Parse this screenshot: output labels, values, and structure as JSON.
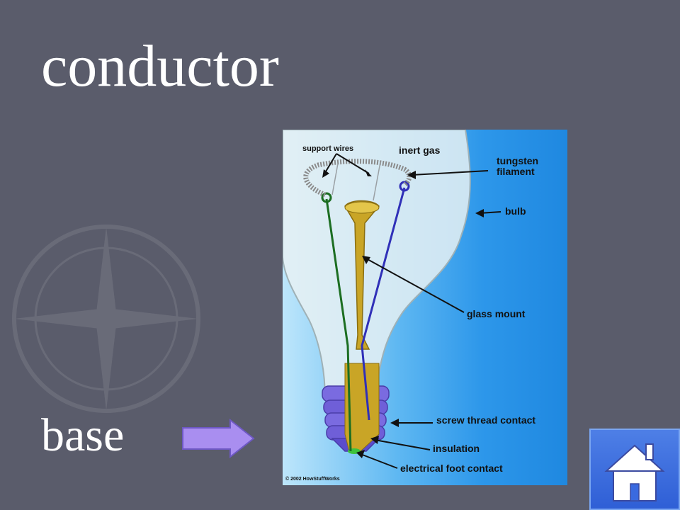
{
  "slide": {
    "title": "conductor",
    "answer": "base"
  },
  "diagram": {
    "labels": {
      "support_wires": "support wires",
      "inert_gas": "inert gas",
      "tungsten": "tungsten",
      "filament": "filament",
      "bulb": "bulb",
      "glass_mount": "glass mount",
      "screw_thread_contact": "screw thread contact",
      "insulation": "insulation",
      "electrical_foot_contact": "electrical foot contact",
      "copyright": "© 2002 HowStuffWorks"
    }
  },
  "icons": {
    "arrow": "right-arrow-icon",
    "home": "home-icon"
  },
  "colors": {
    "background": "#5a5c6b",
    "arrow": "#a98ef0",
    "home_button": "#3a6ae0"
  }
}
